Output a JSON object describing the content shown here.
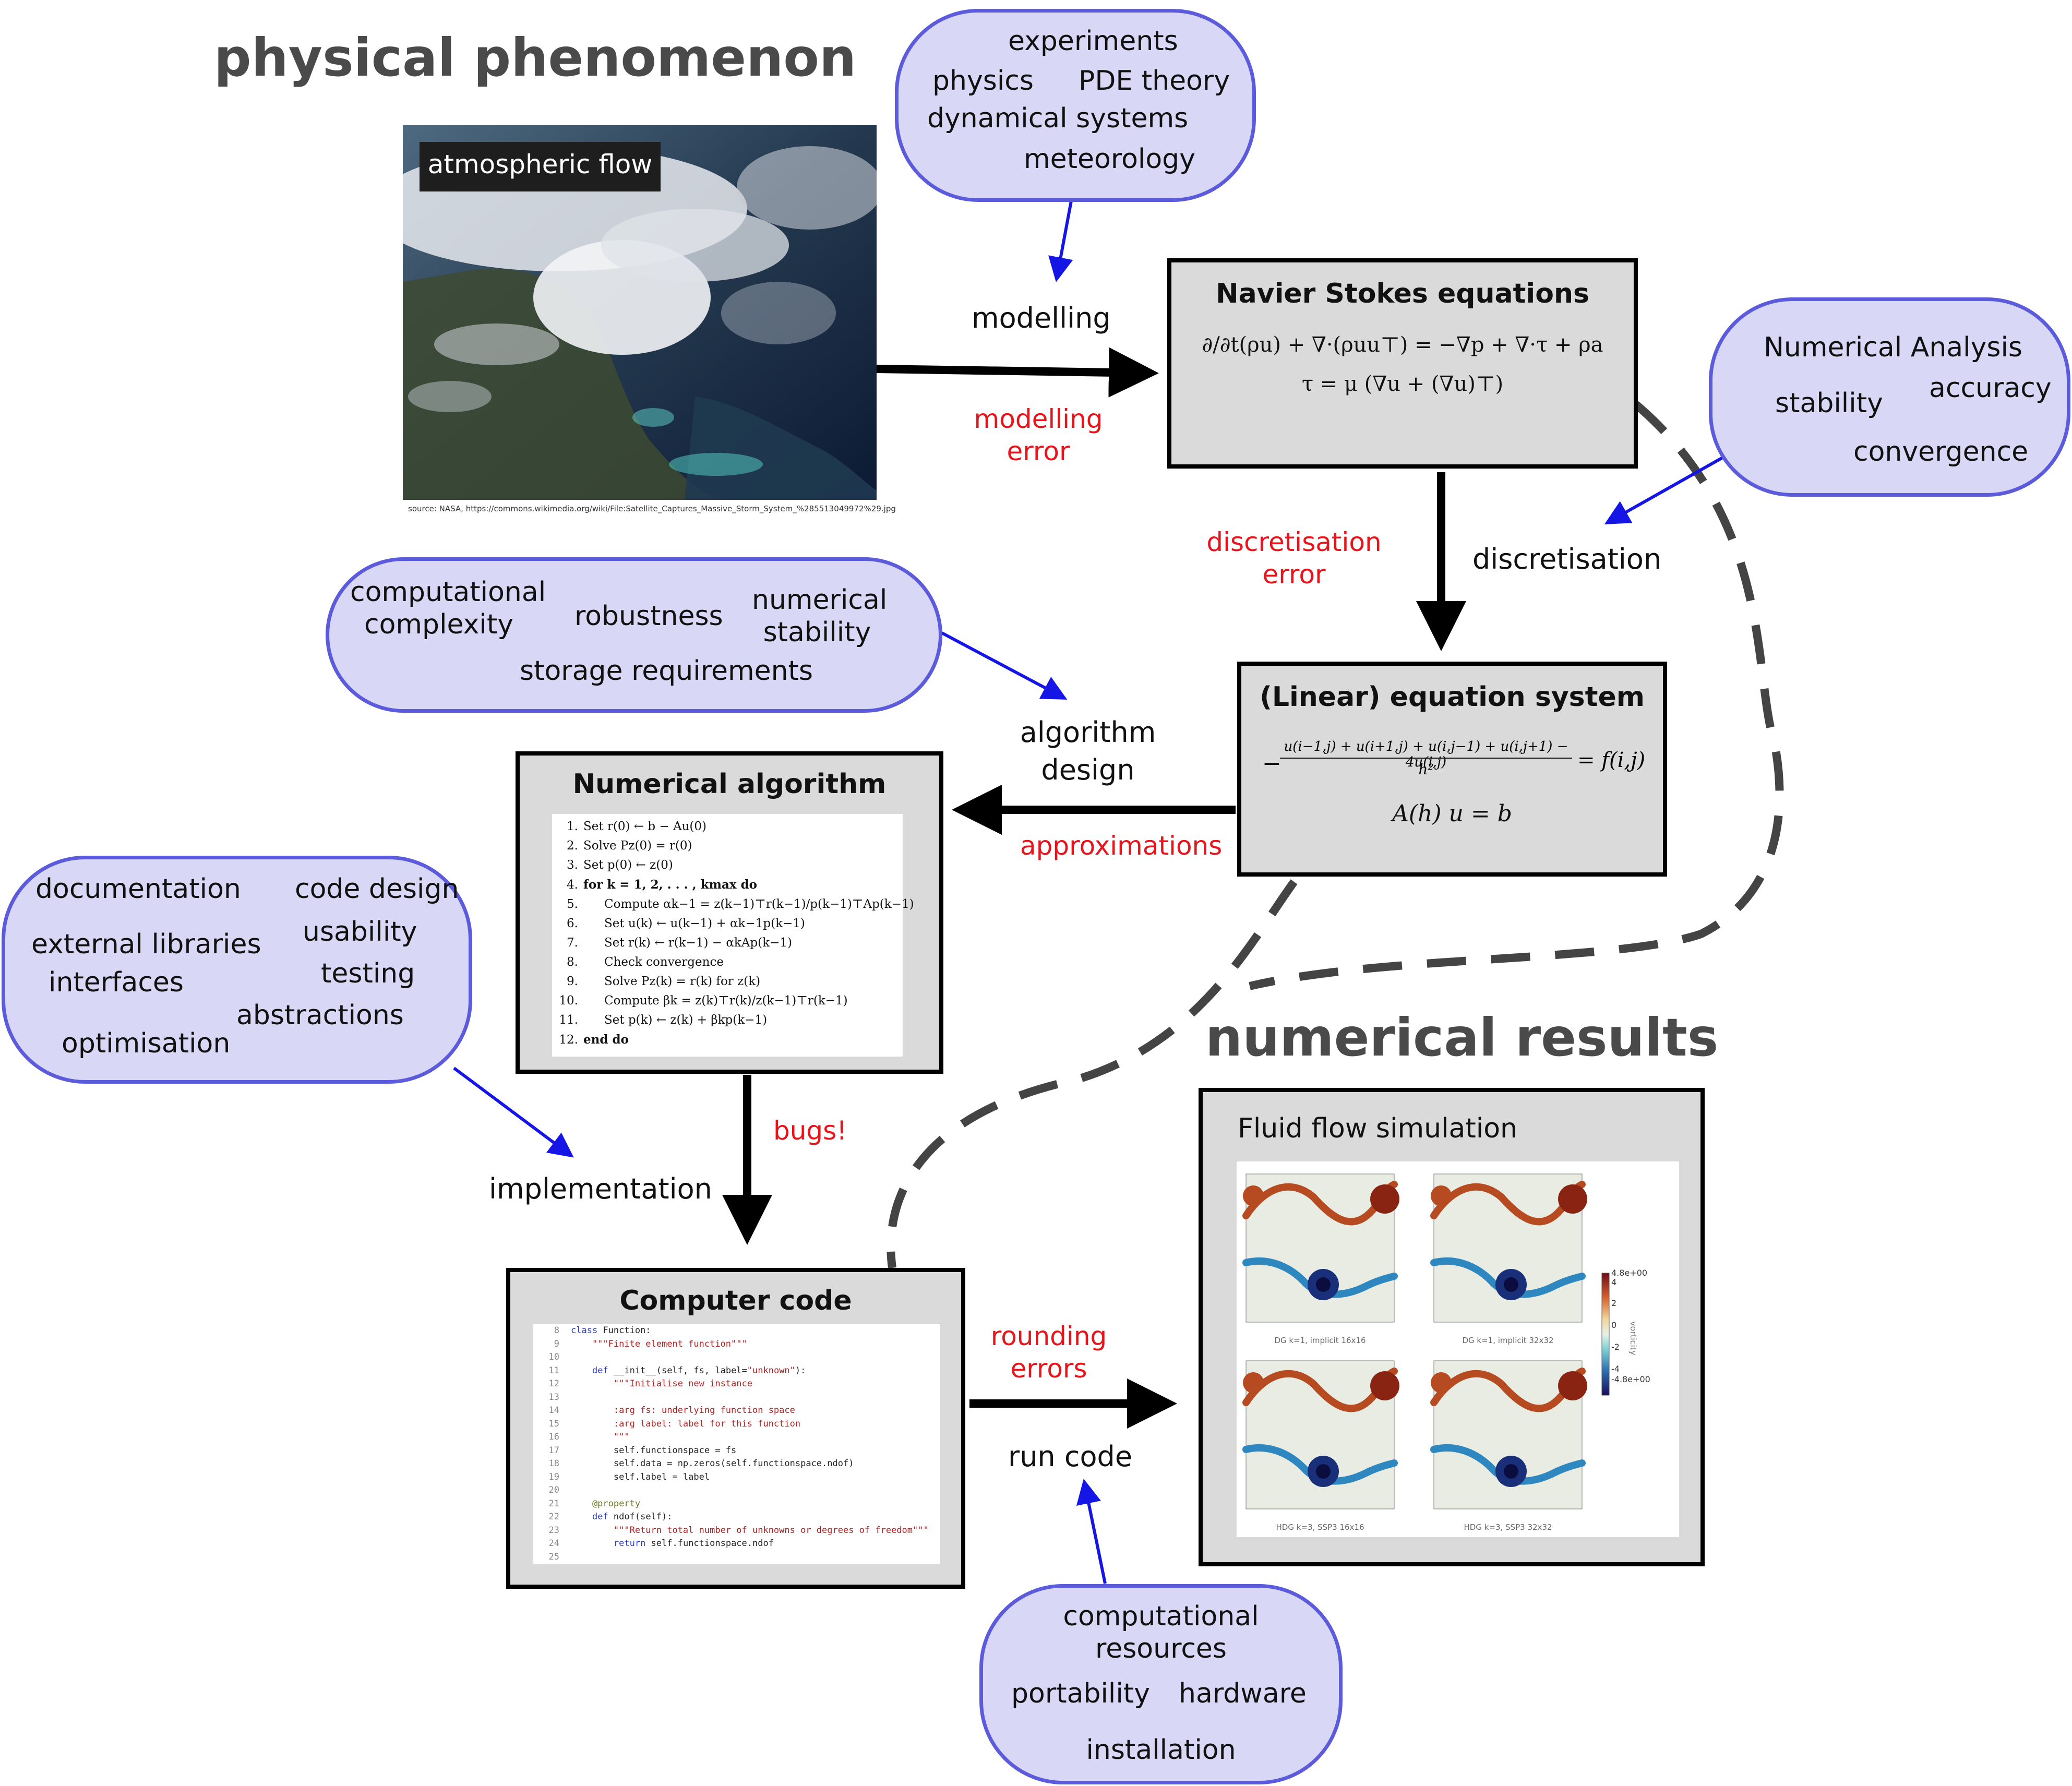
{
  "titles": {
    "physical": "physical phenomenon",
    "numerical": "numerical results"
  },
  "photo": {
    "label": "atmospheric flow",
    "source": "source: NASA, https://commons.wikimedia.org/wiki/File:Satellite_Captures_Massive_Storm_System_%285513049972%29.jpg"
  },
  "bubbles": {
    "top": [
      "experiments",
      "physics",
      "PDE theory",
      "dynamical systems",
      "meteorology"
    ],
    "numerical_analysis": [
      "Numerical Analysis",
      "stability",
      "accuracy",
      "convergence"
    ],
    "algorithm": [
      "computational",
      "complexity",
      "robustness",
      "numerical",
      "stability",
      "storage requirements"
    ],
    "software": [
      "documentation",
      "code design",
      "external libraries",
      "usability",
      "interfaces",
      "testing",
      "abstractions",
      "optimisation"
    ],
    "resources": [
      "computational",
      "resources",
      "portability",
      "hardware",
      "installation"
    ]
  },
  "steps": {
    "modelling": "modelling",
    "discretisation": "discretisation",
    "algorithm_design": [
      "algorithm",
      "design"
    ],
    "implementation": "implementation",
    "run_code": "run code"
  },
  "errors": {
    "modelling": [
      "modelling",
      "error"
    ],
    "discretisation": [
      "discretisation",
      "error"
    ],
    "approximations": "approximations",
    "bugs": "bugs!",
    "rounding": [
      "rounding",
      "errors"
    ]
  },
  "boxes": {
    "navier": {
      "title": "Navier Stokes equations",
      "eq1_lhs": "∂/∂t(ρu) + ∇·(ρuu⊤)",
      "eq1_rhs": "= −∇p + ∇·τ + ρa",
      "eq2": "τ = μ (∇u + (∇u)⊤)"
    },
    "linear": {
      "title": "(Linear) equation system",
      "eq1_num": "u(i−1,j) + u(i+1,j) + u(i,j−1) + u(i,j+1) − 4u(i,j)",
      "eq1_den": "h²",
      "eq1_rhs": "= f(i,j)",
      "eq2": "A(h) u = b"
    },
    "algorithm": {
      "title": "Numerical algorithm",
      "lines": [
        {
          "n": "1.",
          "indent": 0,
          "text": "Set r(0) ← b − Au(0)"
        },
        {
          "n": "2.",
          "indent": 0,
          "text": "Solve Pz(0) = r(0)"
        },
        {
          "n": "3.",
          "indent": 0,
          "text": "Set p(0) ← z(0)"
        },
        {
          "n": "4.",
          "indent": 0,
          "text": "for k = 1, 2, . . . , kmax do"
        },
        {
          "n": "5.",
          "indent": 1,
          "text": "Compute αk−1 = z(k−1)⊤r(k−1)/p(k−1)⊤Ap(k−1)"
        },
        {
          "n": "6.",
          "indent": 1,
          "text": "Set u(k) ← u(k−1) + αk−1p(k−1)"
        },
        {
          "n": "7.",
          "indent": 1,
          "text": "Set r(k) ← r(k−1) − αkAp(k−1)"
        },
        {
          "n": "8.",
          "indent": 1,
          "text": "Check convergence"
        },
        {
          "n": "9.",
          "indent": 1,
          "text": "Solve Pz(k) = r(k) for z(k)"
        },
        {
          "n": "10.",
          "indent": 1,
          "text": "Compute βk = z(k)⊤r(k)/z(k−1)⊤r(k−1)"
        },
        {
          "n": "11.",
          "indent": 1,
          "text": "Set p(k) ← z(k) + βkp(k−1)"
        },
        {
          "n": "12.",
          "indent": 0,
          "text": "end do"
        }
      ]
    },
    "code": {
      "title": "Computer code",
      "lines": [
        {
          "ln": "8",
          "text": "class Function:"
        },
        {
          "ln": "9",
          "text": "    \"\"\"Finite element function\"\"\""
        },
        {
          "ln": "10",
          "text": ""
        },
        {
          "ln": "11",
          "text": "    def __init__(self, fs, label=\"unknown\"):"
        },
        {
          "ln": "12",
          "text": "        \"\"\"Initialise new instance"
        },
        {
          "ln": "13",
          "text": ""
        },
        {
          "ln": "14",
          "text": "        :arg fs: underlying function space"
        },
        {
          "ln": "15",
          "text": "        :arg label: label for this function"
        },
        {
          "ln": "16",
          "text": "        \"\"\""
        },
        {
          "ln": "17",
          "text": "        self.functionspace = fs"
        },
        {
          "ln": "18",
          "text": "        self.data = np.zeros(self.functionspace.ndof)"
        },
        {
          "ln": "19",
          "text": "        self.label = label"
        },
        {
          "ln": "20",
          "text": ""
        },
        {
          "ln": "21",
          "text": "    @property"
        },
        {
          "ln": "22",
          "text": "    def ndof(self):"
        },
        {
          "ln": "23",
          "text": "        \"\"\"Return total number of unknowns or degrees of freedom\"\"\""
        },
        {
          "ln": "24",
          "text": "        return self.functionspace.ndof"
        },
        {
          "ln": "25",
          "text": ""
        }
      ]
    },
    "results": {
      "title": "Fluid flow simulation",
      "captions": [
        "DG k=1, implicit 16x16",
        "DG k=1, implicit 32x32",
        "HDG k=3, SSP3 16x16",
        "HDG k=3, SSP3 32x32"
      ],
      "colorbar_label": "vorticity",
      "colorbar_ticks": [
        "4.8e+00",
        "4",
        "2",
        "0",
        "-2",
        "-4",
        "-4.8e+00"
      ]
    }
  },
  "colors": {
    "bubble_fill": "#d8d8f6",
    "bubble_border": "#5b5bdc",
    "box_fill": "#dadada",
    "error_red": "#e8141c",
    "blue_arrow": "#1515e6",
    "title_gray": "#4a4a4a",
    "dashed_gray": "#444444"
  }
}
